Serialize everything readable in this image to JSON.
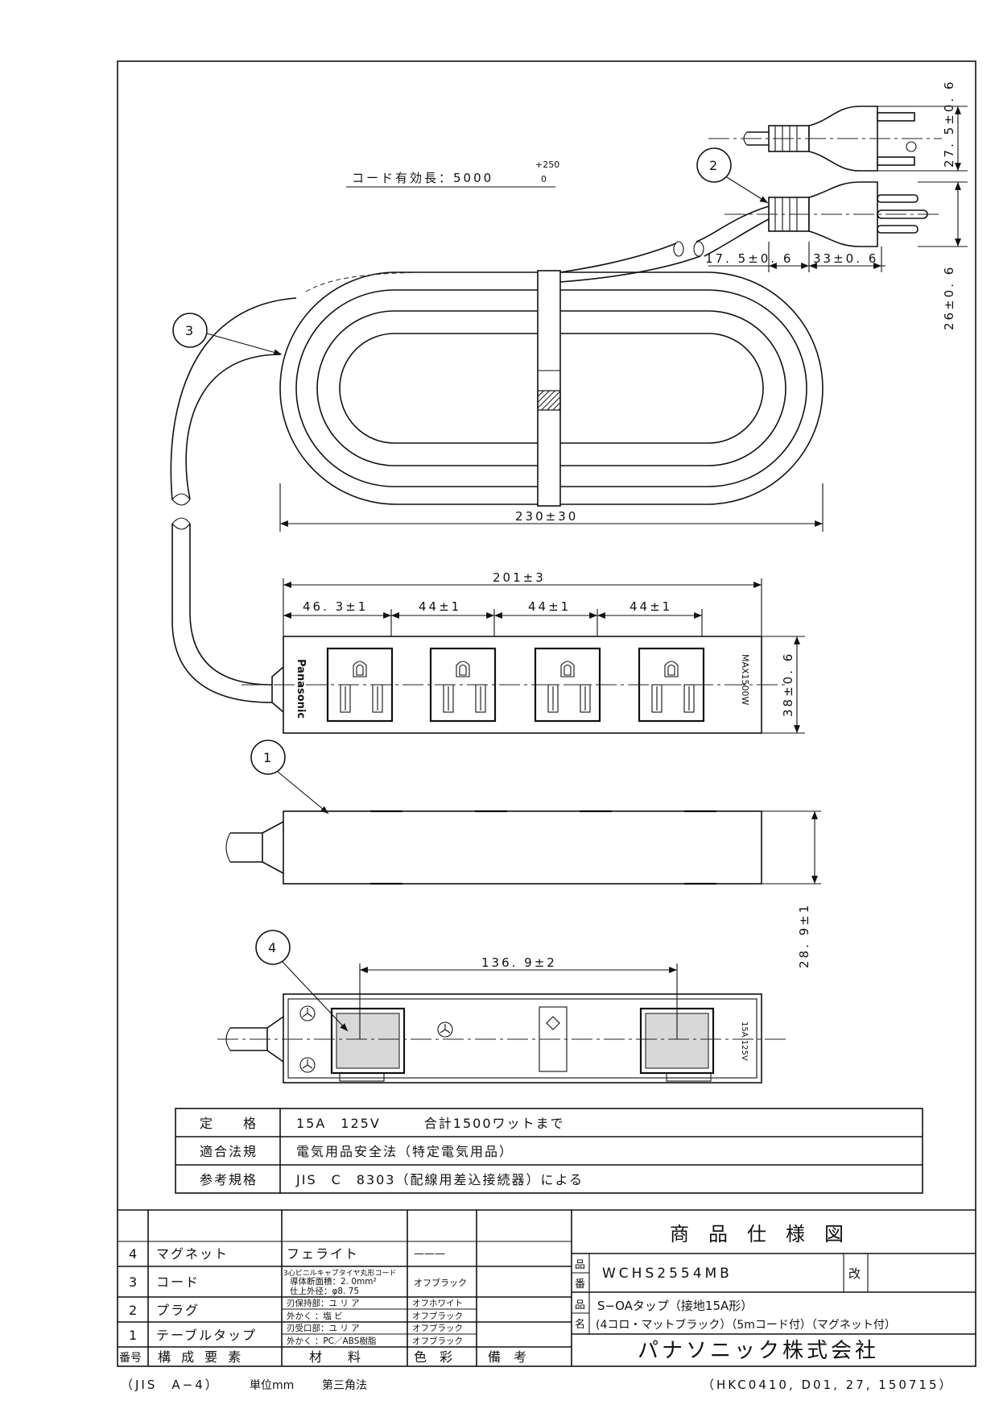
{
  "drawing": {
    "cord_length_label": "コード有効長：5000",
    "cord_tol_plus": "+250",
    "cord_tol_minus": "0",
    "dims": {
      "plug_height": "27. 5±0. 6",
      "plug_width": "26±0. 6",
      "plug_len1": "17. 5±0. 6",
      "plug_len2": "33±0. 6",
      "coil_width": "230±30",
      "body_len": "201±3",
      "pitch_first": "46. 3±1",
      "pitch": "44±1",
      "body_width": "38±0. 6",
      "body_height": "28. 9±1",
      "magnet_pitch": "136. 9±2"
    },
    "callouts": [
      "1",
      "2",
      "3",
      "4"
    ],
    "brand_mark": "Panasonic",
    "max_mark": "MAX1500W",
    "rating_mark": "15A 125V"
  },
  "spec": {
    "rows": [
      {
        "label": "定　　格",
        "value": "15A　125V　　　合計1500ワットまで"
      },
      {
        "label": "適合法規",
        "value": "電気用品安全法（特定電気用品）"
      },
      {
        "label": "参考規格",
        "value": "JIS　C　8303（配線用差込接続器）による"
      }
    ]
  },
  "parts": {
    "header": {
      "no": "番号",
      "element": "構 成 要 素",
      "material": "材　　料",
      "color": "色　彩",
      "note": "備　考"
    },
    "rows": [
      {
        "no": "4",
        "name": "マグネット",
        "materials": [
          "フェライト"
        ],
        "colors": [
          "———"
        ]
      },
      {
        "no": "3",
        "name": "コード",
        "materials": [
          "3心ビニルキャブタイヤ丸形コード",
          "導体断面積：2. 0mm²",
          "仕上外径：φ8. 75"
        ],
        "colors": [
          "オフブラック"
        ]
      },
      {
        "no": "2",
        "name": "プラグ",
        "materials": [
          "刃保持部：ユ リ ア",
          "外かく ：塩 ビ"
        ],
        "colors": [
          "オフホワイト",
          "オフブラック"
        ]
      },
      {
        "no": "1",
        "name": "テーブルタップ",
        "materials": [
          "刃受口部：ユ リ ア",
          "外かく ：PC／ABS樹脂"
        ],
        "colors": [
          "オフブラック",
          "オフブラック"
        ]
      }
    ]
  },
  "title_block": {
    "title": "商　品　仕　様　図",
    "part_no_label": [
      "品",
      "番"
    ],
    "part_no": "WCHS2554MB",
    "rev_label": "改",
    "name_label": [
      "品",
      "名"
    ],
    "name_line1": "S−OAタップ（接地15A形）",
    "name_line2": "(4コロ・マットブラック）（5mコード付）（マグネット付）",
    "company": "パナソニック株式会社"
  },
  "footer": {
    "left": "（JIS　A−4）",
    "unit": "単位mm",
    "projection": "第三角法",
    "code": "（HKC0410, D01, 27, 150715）"
  }
}
